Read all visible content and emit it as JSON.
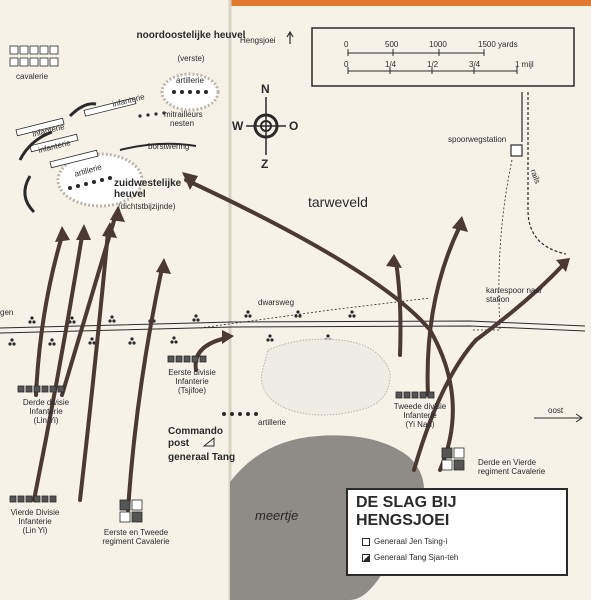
{
  "title": "DE SLAG BIJ HENGSJOEI",
  "title_line1": "DE SLAG BIJ",
  "title_line2": "HENGSJOEI",
  "north_pointer": "Hengsjoei",
  "compass": {
    "n": "N",
    "s": "Z",
    "e": "O",
    "w": "W"
  },
  "scale": {
    "yards": [
      "0",
      "500",
      "1000",
      "1500 yards"
    ],
    "miles": [
      "0",
      "1/4",
      "1/2",
      "3/4",
      "1 mijl"
    ]
  },
  "places": {
    "ne_hill": "noordoostelijke heuvel",
    "ne_hill_sub": "(verste)",
    "sw_hill": "zuidwestelijke heuvel",
    "sw_hill_sub": "(dichtstbijzijnde)",
    "wheatfield": "tarweveld",
    "station": "spoorwegstation",
    "rails": "rails",
    "cart_track": "karrespoor naar station",
    "crossroad": "dwarsweg",
    "road_left": "gen",
    "east": "oost",
    "lake": "meertje",
    "command_post_1": "Commando",
    "command_post_2": "post",
    "command_post_3": "generaal Tang"
  },
  "positions": {
    "cavalry": "cavalerie",
    "infantry_a": "infanterie",
    "infantry_b": "infanterie",
    "infantry_c": "infanterie",
    "artillery_ne": "artillerie",
    "artillery_sw": "artillerie",
    "artillery_s": "artillerie",
    "mg_nests_1": "mitrailleurs",
    "mg_nests_2": "nesten",
    "breastwork": "borstwering"
  },
  "units": {
    "third_div": [
      "Derde divisie",
      "Infanterie",
      "(Lin Yi)"
    ],
    "fourth_div": [
      "Vierde Divisie",
      "Infanterie",
      "(Lin Yi)"
    ],
    "first_div": [
      "Eerste divisie",
      "Infanterie",
      "(Tsjifoe)"
    ],
    "second_div": [
      "Tweede divisie",
      "Infanterie",
      "(Yi Nan)"
    ],
    "cav_12": [
      "Eerste en Tweede",
      "regiment Cavalerie"
    ],
    "cav_34": [
      "Derde en Vierde",
      "regiment Cavalerie"
    ]
  },
  "legend": {
    "jen": "Generaal Jen Tsing-i",
    "tang": "Generaal Tang Sjan-teh"
  },
  "colors": {
    "ink": "#3a3330",
    "paper": "#f6f2e8",
    "lake": "#8f8b86",
    "arrow": "#4a3a33"
  }
}
